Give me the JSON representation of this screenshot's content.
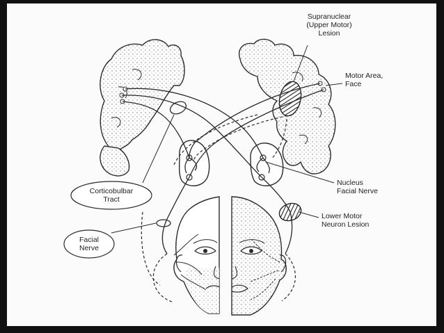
{
  "labels": {
    "supranuclear": [
      "Supranuclear",
      "(Upper Motor)",
      "Lesion"
    ],
    "motor_area": [
      "Motor Area,",
      "Face"
    ],
    "nucleus": [
      "Nucleus",
      "Facial Nerve"
    ],
    "lower_motor": [
      "Lower Motor",
      "Neuron Lesion"
    ],
    "corticobulbar": [
      "Corticobulbar",
      "Tract"
    ],
    "facial_nerve": [
      "Facial",
      "Nerve"
    ]
  },
  "colors": {
    "line": "#2a2a2a",
    "paper": "#fbfbfb",
    "frame": "#111111"
  }
}
